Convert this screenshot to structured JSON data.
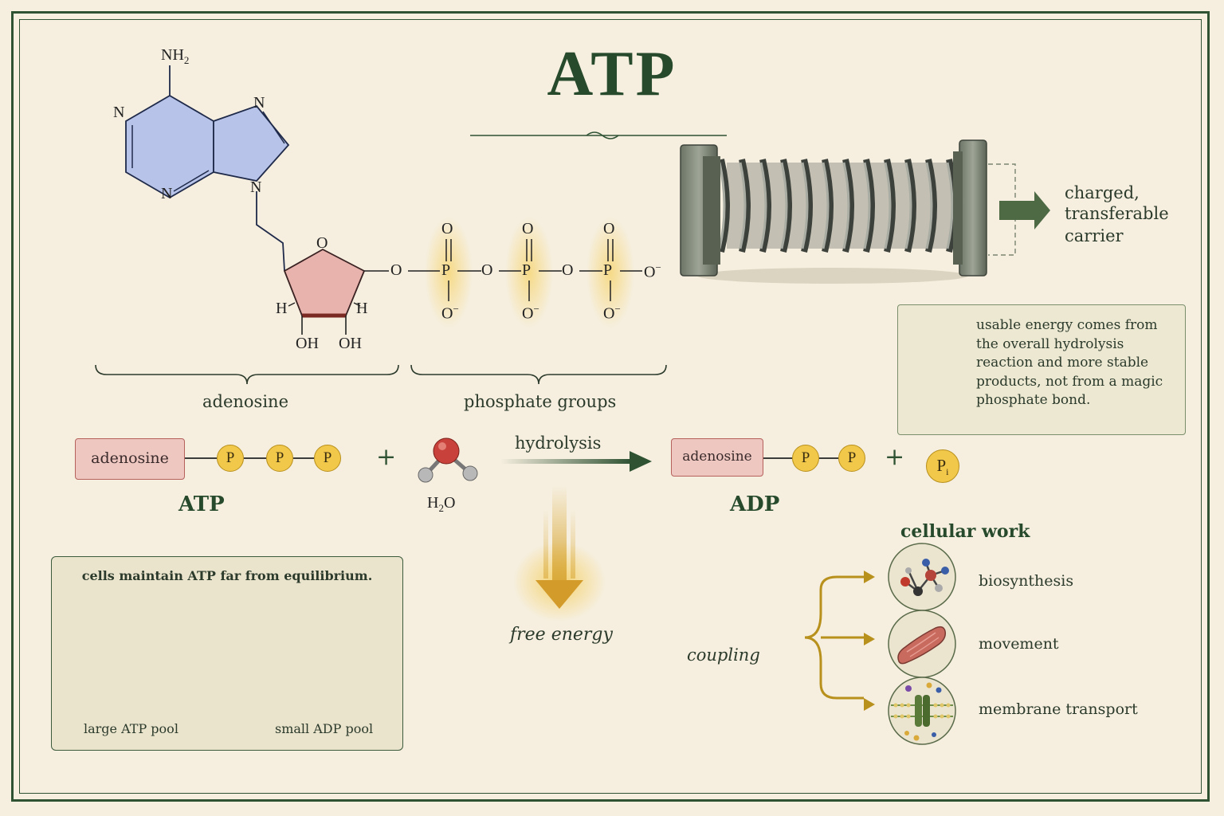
{
  "title": "ATP",
  "molecule": {
    "nh2": "NH",
    "nh2_sub": "2",
    "n_atoms": [
      "N",
      "N",
      "N",
      "N"
    ],
    "ring_o": "O",
    "h_left": "H",
    "h_right": "H",
    "oh1": "OH",
    "oh2": "OH",
    "bridge_o": [
      "O",
      "O",
      "O"
    ],
    "p_atoms": [
      "P",
      "P",
      "P"
    ],
    "top_o": [
      "O",
      "O",
      "O"
    ],
    "bottom_o": [
      "O",
      "O",
      "O"
    ],
    "minus": "−",
    "terminal_o": "O"
  },
  "braces": {
    "adenosine": "adenosine",
    "phosphate": "phosphate groups"
  },
  "spring_caption": [
    "charged,",
    "transferable",
    "carrier"
  ],
  "note": "usable energy comes from the overall hydrolysis reaction and more stable products, not from a magic phosphate bond.",
  "reaction": {
    "adenosine_label": "adenosine",
    "p": "P",
    "plus": "+",
    "water": "H",
    "water_sub": "2",
    "water_o": "O",
    "arrow_label": "hydrolysis",
    "atp": "ATP",
    "adp": "ADP",
    "pi": "P",
    "pi_sub": "i"
  },
  "energy": {
    "free_energy": "free energy",
    "coupling": "coupling"
  },
  "work": {
    "title": "cellular work",
    "items": [
      "biosynthesis",
      "movement",
      "membrane transport"
    ]
  },
  "pool": {
    "title": "cells maintain ATP far from equilibrium.",
    "left": "large ATP pool",
    "right": "small ADP pool"
  },
  "colors": {
    "frame": "#2f5233",
    "title": "#264a2b",
    "adenine": "#b7c3e8",
    "ribose": "#e9b3ad",
    "phosphate_glow": "#f6d36a",
    "energy": "#c8a02a"
  }
}
